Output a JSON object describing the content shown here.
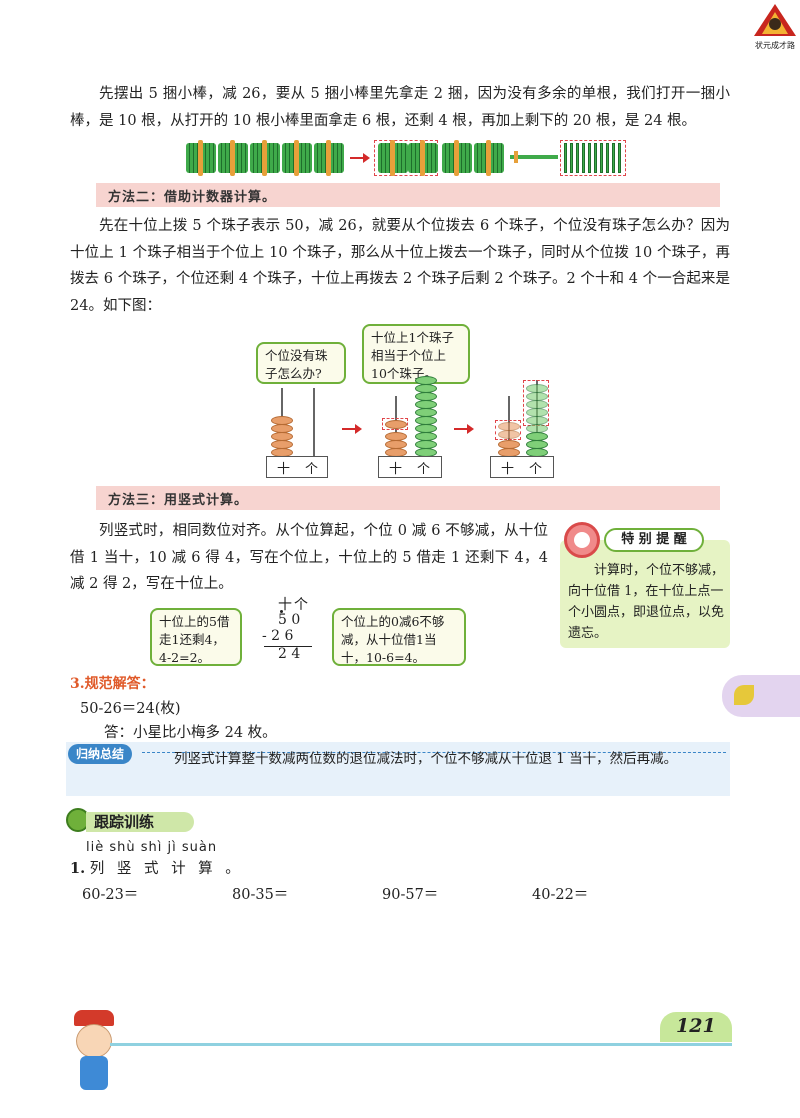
{
  "header": {
    "brand": "状元成才路"
  },
  "method1": {
    "paragraph": "先摆出 5 捆小棒，减 26，要从 5 捆小棒里先拿走 2 捆，因为没有多余的单根，我们打开一捆小棒，是 10 根，从打开的 10 根小棒里面拿走 6 根，还剩 4 根，再加上剩下的 20 根，是 24 根。"
  },
  "method2": {
    "heading": "方法二：借助计数器计算。",
    "paragraph": "先在十位上拨 5 个珠子表示 50，减 26，就要从个位拨去 6 个珠子，个位没有珠子怎么办？因为十位上 1 个珠子相当于个位上 10 个珠子，那么从十位上拨去一个珠子，同时从个位拨 10 个珠子，再拨去 6 个珠子，个位还剩 4 个珠子，十位上再拨去 2 个珠子后剩 2 个珠子。2 个十和 4 个一合起来是 24。如下图：",
    "bubble1": "个位没有珠子怎么办?",
    "bubble2": "十位上1个珠子相当于个位上10个珠子。",
    "place_tens": "十",
    "place_ones": "个"
  },
  "method3": {
    "heading": "方法三：用竖式计算。",
    "paragraph": "列竖式时，相同数位对齐。从个位算起，个位 0 减 6 不够减，从十位借 1 当十，10 减 6 得 4，写在个位上，十位上的 5 借走 1 还剩下 4，4 减 2 得 2，写在十位上。",
    "col_header": "十个",
    "top": "5 0",
    "minus": "- 2 6",
    "result": "2 4",
    "bubble_left": "十位上的5借走1还剩4，4-2=2。",
    "bubble_right": "个位上的0减6不够减，从十位借1当十，10-6=4。"
  },
  "tip": {
    "title": "特 别 提 醒",
    "text": "计算时，个位不够减，向十位借 1，在十位上点一个小圆点，即退位点，以免遗忘。"
  },
  "answer": {
    "heading": "3.规范解答：",
    "equation": "50-26＝24(枚)",
    "conclusion": "答：小星比小梅多 24 枚。"
  },
  "summary": {
    "label": "归纳总结",
    "text": "列竖式计算整十数减两位数的退位减法时，个位不够减从十位退 1 当十，然后再减。"
  },
  "practice": {
    "title": "跟踪训练",
    "pinyin": "liè shù shì jì suàn",
    "q_number": "1.",
    "q_text": "列 竖 式 计 算 。",
    "items": [
      "60-23＝",
      "80-35＝",
      "90-57＝",
      "40-22＝"
    ]
  },
  "footer": {
    "page_number": "121"
  }
}
